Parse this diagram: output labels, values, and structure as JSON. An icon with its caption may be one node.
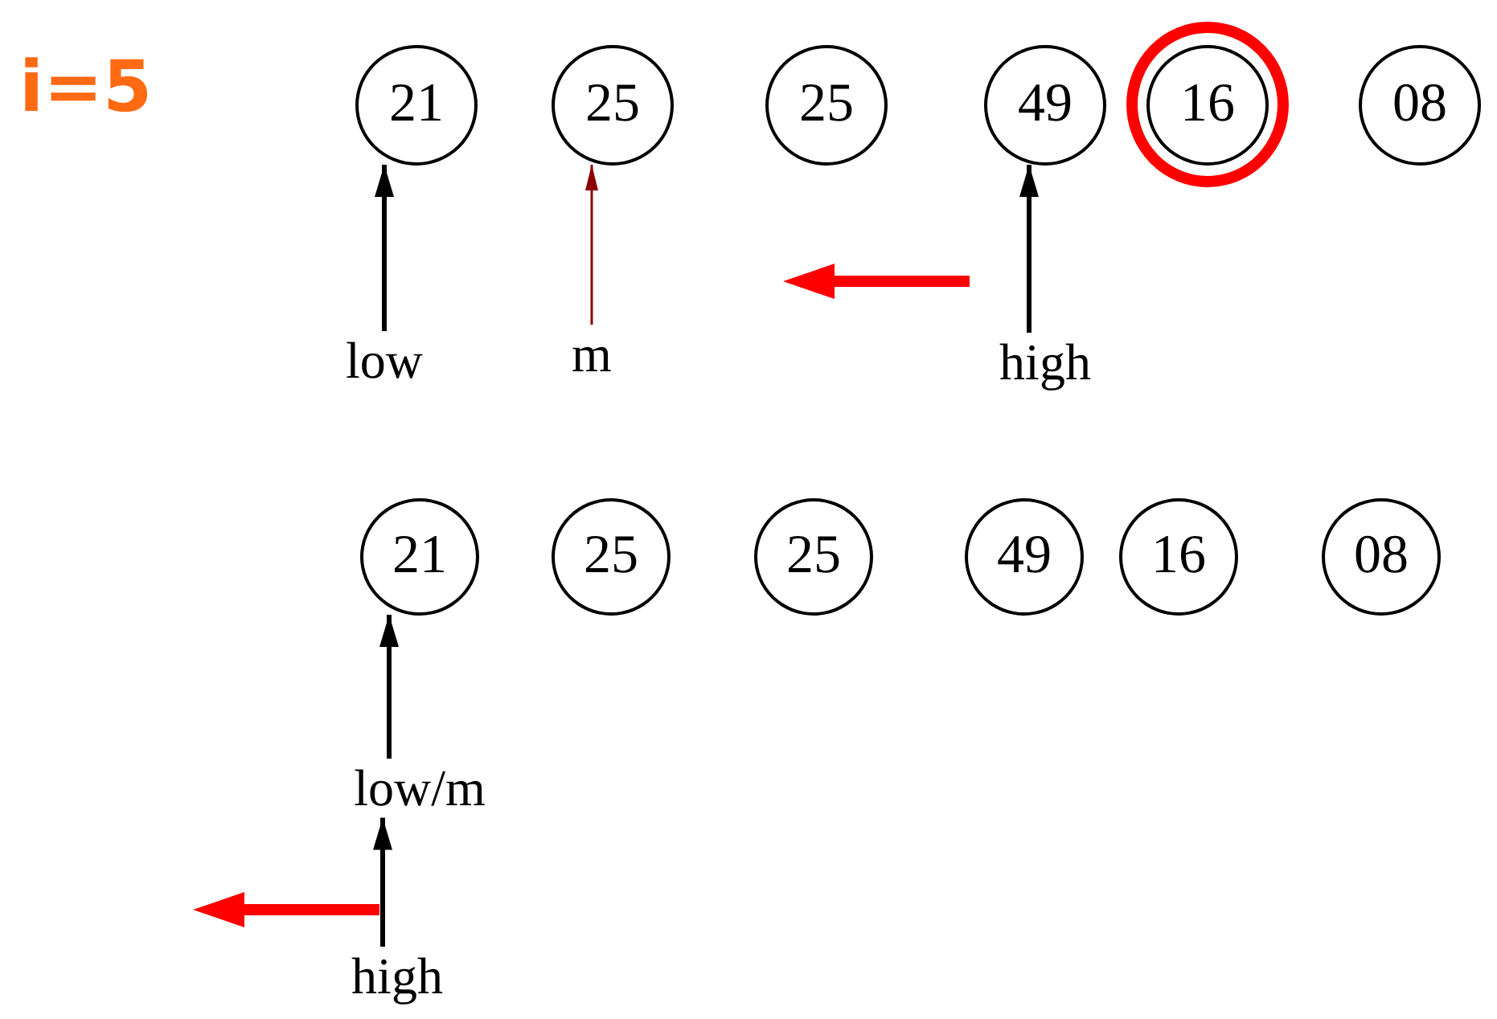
{
  "diagram": {
    "title": "i=5",
    "nodes": [
      {
        "text": [
          "21"
        ]
      },
      {
        "text": [
          "25"
        ]
      },
      {
        "text": [
          "25"
        ]
      },
      {
        "text": [
          "49"
        ]
      },
      {
        "text": [
          "16"
        ]
      },
      {
        "text": [
          "08"
        ]
      },
      {
        "text": [
          "low"
        ]
      },
      {
        "text": [
          "m"
        ]
      },
      {
        "text": [
          "high"
        ]
      },
      {
        "text": [
          "21"
        ]
      },
      {
        "text": [
          "25"
        ]
      },
      {
        "text": [
          "25"
        ]
      },
      {
        "text": [
          "49"
        ]
      },
      {
        "text": [
          "16"
        ]
      },
      {
        "text": [
          "08"
        ]
      },
      {
        "text": [
          "low/m"
        ]
      },
      {
        "text": [
          "high"
        ]
      }
    ],
    "edges": [
      {
        "from": 6,
        "to": 0,
        "arrow": "to"
      },
      {
        "from": 7,
        "to": 1,
        "arrow": "to",
        "color": "#8b0000"
      },
      {
        "from": 8,
        "to": 3,
        "arrow": "to"
      },
      {
        "from": 15,
        "to": 9,
        "arrow": "to"
      },
      {
        "from": 16,
        "to": 15,
        "arrow": "to"
      }
    ]
  }
}
